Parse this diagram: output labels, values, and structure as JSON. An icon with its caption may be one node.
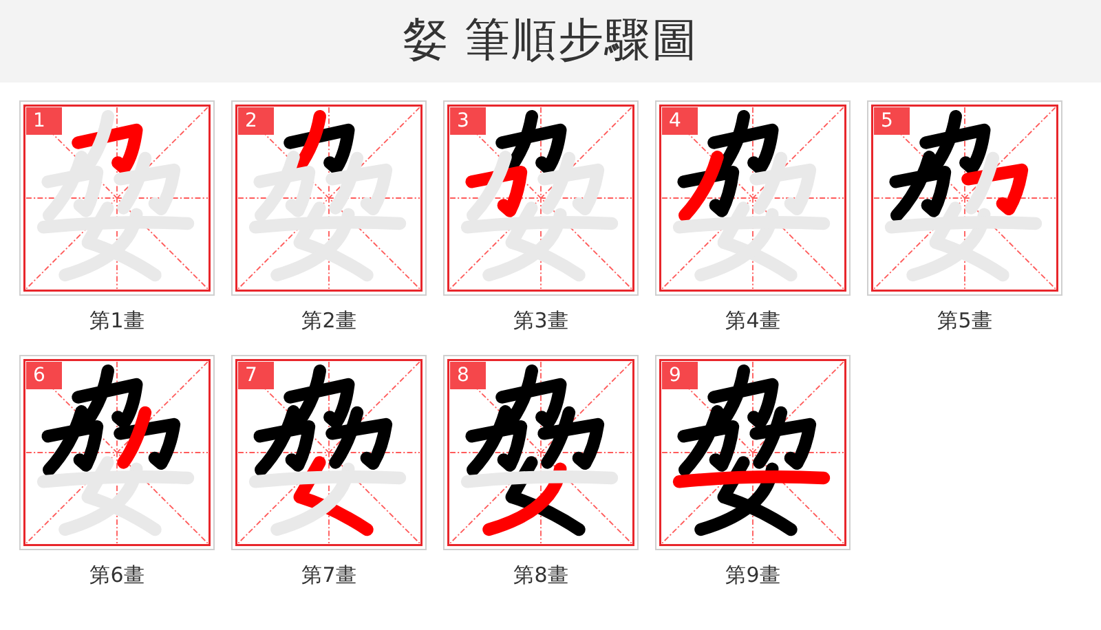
{
  "diagram": {
    "title": "㛑 筆順步驟圖",
    "nodes": [
      {
        "text": [
          "1"
        ],
        "beside": [
          "第1畫"
        ]
      },
      {
        "text": [
          "2"
        ],
        "beside": [
          "第2畫"
        ]
      },
      {
        "text": [
          "3"
        ],
        "beside": [
          "第3畫"
        ]
      },
      {
        "text": [
          "4"
        ],
        "beside": [
          "第4畫"
        ]
      },
      {
        "text": [
          "5"
        ],
        "beside": [
          "第5畫"
        ]
      },
      {
        "text": [
          "6"
        ],
        "beside": [
          "第6畫"
        ]
      },
      {
        "text": [
          "7"
        ],
        "beside": [
          "第7畫"
        ]
      },
      {
        "text": [
          "8"
        ],
        "beside": [
          "第8畫"
        ]
      },
      {
        "text": [
          "9"
        ],
        "beside": [
          "第9畫"
        ]
      }
    ]
  }
}
